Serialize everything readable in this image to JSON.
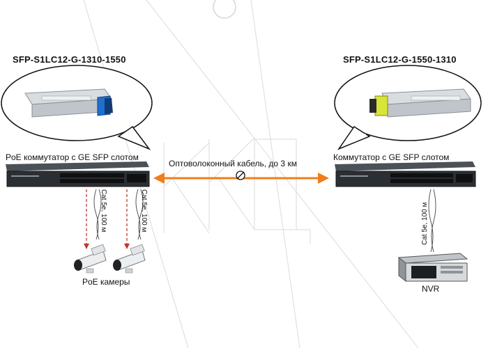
{
  "left": {
    "model": "SFP-S1LC12-G-1310-1550",
    "switch_caption": "PoE коммутатор с GE SFP слотом",
    "cable_label": "Cat 5e, 100 м",
    "devices_caption": "PoE камеры"
  },
  "right": {
    "model": "SFP-S1LC12-G-1550-1310",
    "switch_caption": "Коммутатор с GE SFP слотом",
    "cable_label": "Cat 5e, 100 м",
    "device_caption": "NVR"
  },
  "fiber": {
    "label": "Оптоволоконный кабель, до  3 км"
  },
  "watermark": {
    "text": "ККЦ"
  },
  "colors": {
    "fiber_arrow": "#f07d1a",
    "cable_dash": "#c0392b",
    "switch_body": "#2b2f33",
    "sfp_tag_left": "#1f6fd1",
    "sfp_tag_right": "#d7e43a"
  }
}
